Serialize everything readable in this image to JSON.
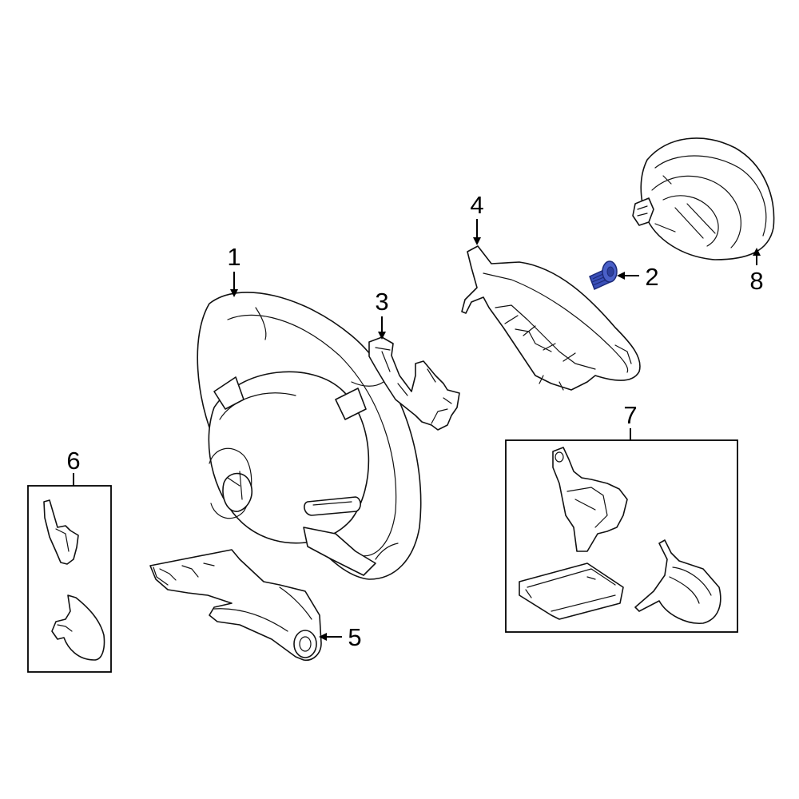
{
  "colors": {
    "line": "#111111",
    "background": "#ffffff",
    "highlight_fill": "#3a4fb8",
    "highlight_stroke": "#1c2a78"
  },
  "callouts": [
    {
      "id": "1",
      "label": "1"
    },
    {
      "id": "2",
      "label": "2"
    },
    {
      "id": "3",
      "label": "3"
    },
    {
      "id": "4",
      "label": "4"
    },
    {
      "id": "5",
      "label": "5"
    },
    {
      "id": "6",
      "label": "6"
    },
    {
      "id": "7",
      "label": "7"
    },
    {
      "id": "8",
      "label": "8"
    }
  ],
  "highlighted_part": "2"
}
